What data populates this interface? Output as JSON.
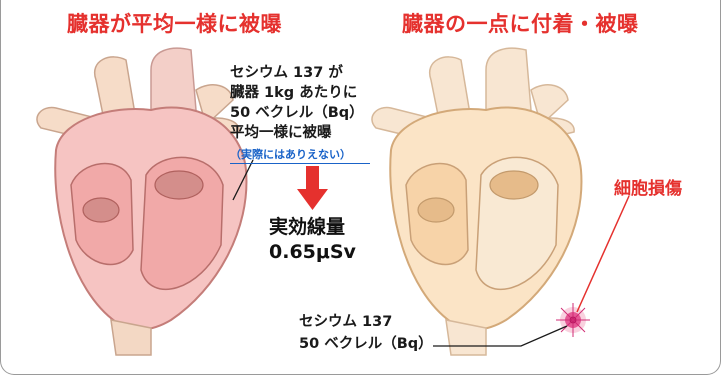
{
  "left_panel": {
    "title": "臓器が平均一様に被曝",
    "label_lines": [
      "セシウム 137 が",
      "臓器 1kg あたりに",
      "50 ベクレル（Bq）",
      "平均一様に被曝"
    ],
    "note": "（実際にはありえない）",
    "dose_label": "実効線量",
    "dose_value": "0.65μSv"
  },
  "right_panel": {
    "title": "臓器の一点に付着・被曝",
    "damage_label": "細胞損傷",
    "source_lines": [
      "セシウム 137",
      "50 ベクレル（Bq）"
    ]
  },
  "colors": {
    "title_red": "#e5312e",
    "note_blue": "#1a63c8",
    "heart_left_fill": "#f6c4c2",
    "heart_right_fill": "#fbe4c6",
    "arrow_red": "#e5312e"
  }
}
